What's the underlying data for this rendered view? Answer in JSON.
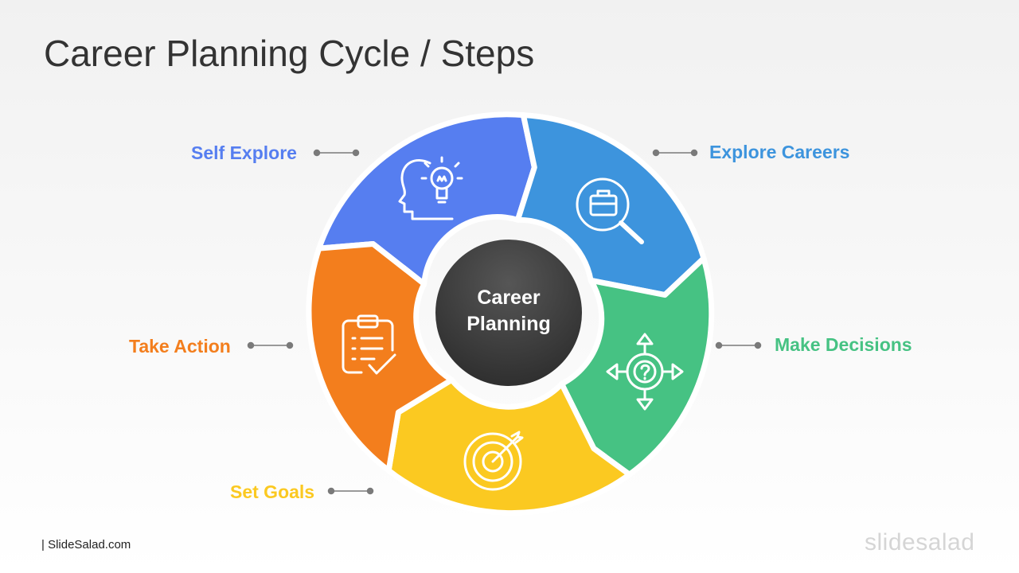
{
  "title": "Career Planning Cycle / Steps",
  "center": {
    "line1": "Career",
    "line2": "Planning"
  },
  "steps": [
    {
      "label": "Self Explore",
      "color": "#567ef0",
      "icon": "head-lightbulb-icon"
    },
    {
      "label": "Explore Careers",
      "color": "#3d94dd",
      "icon": "briefcase-search-icon"
    },
    {
      "label": "Make Decisions",
      "color": "#46c283",
      "icon": "decision-gear-arrows-icon"
    },
    {
      "label": "Set Goals",
      "color": "#fbc921",
      "icon": "target-arrow-icon"
    },
    {
      "label": "Take Action",
      "color": "#f37e1d",
      "icon": "clipboard-check-icon"
    }
  ],
  "footer": "| SlideSalad.com",
  "brand": "slidesalad"
}
